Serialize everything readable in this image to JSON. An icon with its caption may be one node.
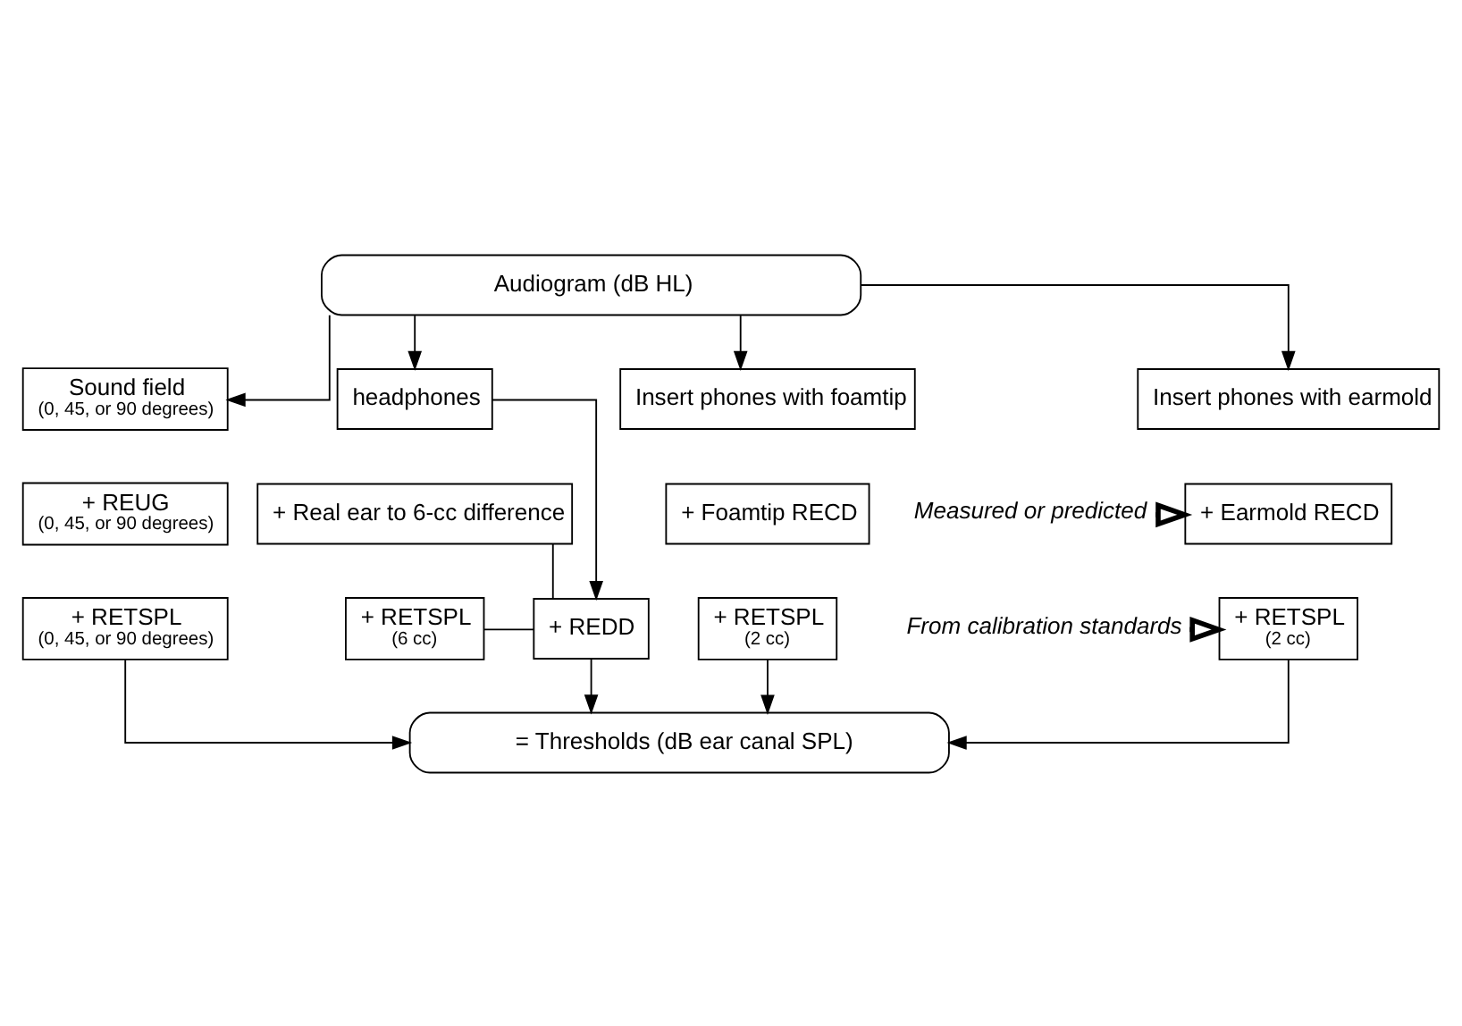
{
  "diagram": {
    "nodes": [
      {
        "text": [
          "Audiogram (dB HL)"
        ]
      },
      {
        "text": [
          "Sound field",
          "(0, 45, or 90 degrees)"
        ]
      },
      {
        "text": [
          "headphones"
        ]
      },
      {
        "text": [
          "Insert phones with foamtip"
        ]
      },
      {
        "text": [
          "Insert phones with earmold"
        ]
      },
      {
        "text": [
          "+ REUG",
          "(0, 45, or 90 degrees)"
        ]
      },
      {
        "text": [
          "+ Real ear to 6-cc difference"
        ]
      },
      {
        "text": [
          "+ REDD"
        ]
      },
      {
        "text": [
          "+ Foamtip RECD"
        ]
      },
      {
        "text": [
          "+ Earmold RECD"
        ]
      },
      {
        "text": [
          "Measured or predicted"
        ]
      },
      {
        "text": [
          "+ RETSPL",
          "(0, 45, or 90 degrees)"
        ]
      },
      {
        "text": [
          "+ RETSPL",
          "(6 cc)"
        ]
      },
      {
        "text": [
          "+ RETSPL",
          "(2 cc)"
        ]
      },
      {
        "text": [
          "+ RETSPL",
          "(2 cc)"
        ]
      },
      {
        "text": [
          "From calibration standards"
        ]
      },
      {
        "text": [
          "= Thresholds (dB ear canal SPL)"
        ]
      }
    ],
    "edges": [
      {
        "from": 0,
        "to": 1,
        "arrow": "to"
      },
      {
        "from": 0,
        "to": 2,
        "arrow": "to"
      },
      {
        "from": 0,
        "to": 3,
        "arrow": "to"
      },
      {
        "from": 0,
        "to": 4,
        "arrow": "to"
      },
      {
        "from": 2,
        "to": 7,
        "arrow": "to"
      },
      {
        "from": 6,
        "to": 7,
        "arrow": "none"
      },
      {
        "from": 12,
        "to": 7,
        "arrow": "none"
      },
      {
        "from": 10,
        "to": 9,
        "arrow": "to",
        "style": "thick"
      },
      {
        "from": 15,
        "to": 14,
        "arrow": "to",
        "style": "thick"
      },
      {
        "from": 11,
        "to": 16,
        "arrow": "to"
      },
      {
        "from": 7,
        "to": 16,
        "arrow": "to"
      },
      {
        "from": 13,
        "to": 16,
        "arrow": "to"
      },
      {
        "from": 14,
        "to": 16,
        "arrow": "to"
      }
    ]
  }
}
